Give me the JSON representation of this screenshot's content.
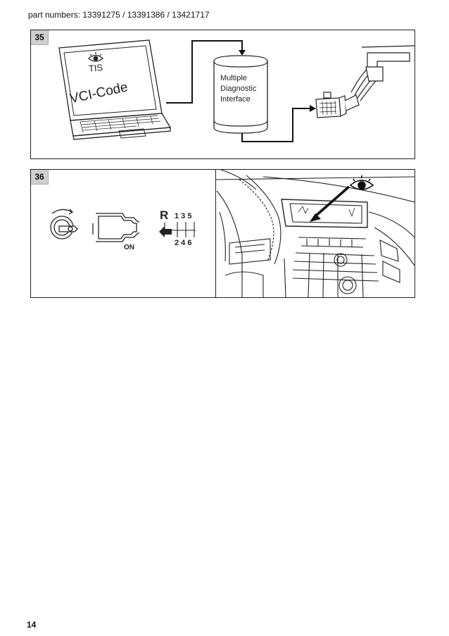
{
  "header": {
    "text": "part numbers: 13391275 / 13391386 / 13421717"
  },
  "figure35": {
    "number": "35",
    "laptop_tis": "TIS",
    "laptop_vci": "VCI-Code",
    "mdi_label_1": "Multiple",
    "mdi_label_2": "Diagnostic",
    "mdi_label_3": "Interface"
  },
  "figure36": {
    "number": "36",
    "ignition_on": "ON",
    "gear_r": "R",
    "gear_top": "1 3 5",
    "gear_bottom": "2 4 6"
  },
  "footer": {
    "page_number": "14"
  }
}
